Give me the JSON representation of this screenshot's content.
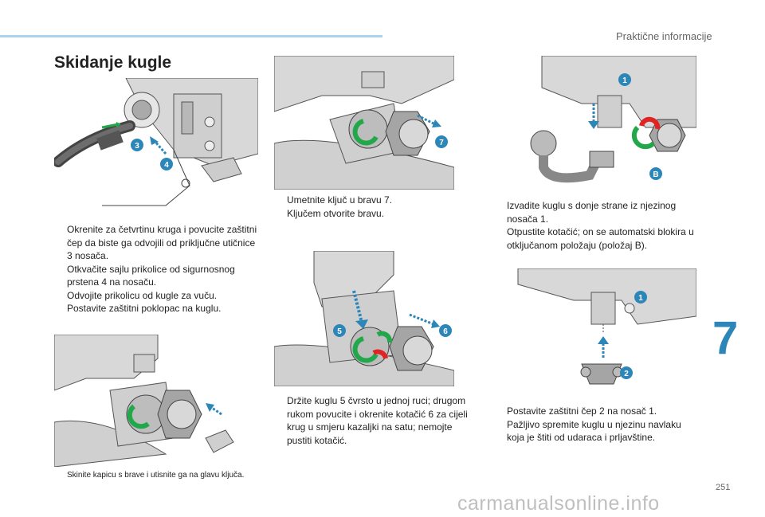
{
  "header": {
    "section_title": "Praktične informacije",
    "chapter_number": "7",
    "page_number": "251"
  },
  "watermark": "carmanualsonline.info",
  "title": "Skidanje kugle",
  "callouts": {
    "c1": "1",
    "c2": "2",
    "c3": "3",
    "c4": "4",
    "c5": "5",
    "c6": "6",
    "c7": "7",
    "cB": "B"
  },
  "columns": {
    "col1": {
      "steps_a": [
        "Okrenite za četvrtinu kruga i povucite zaštitni čep da biste ga odvojili od priključne utičnice 3 nosača.",
        "Otkvačite sajlu prikolice od sigurnosnog prstena 4 na nosaču.",
        "Odvojite prikolicu od kugle za vuču.",
        "Postavite zaštitni poklopac na kuglu."
      ],
      "steps_b": [
        "Skinite kapicu s brave i utisnite ga na glavu ključa."
      ]
    },
    "col2": {
      "steps_a": [
        "Umetnite ključ u bravu 7.",
        "Ključem otvorite bravu."
      ],
      "steps_b": [
        "Držite kuglu 5 čvrsto u jednoj ruci; drugom rukom povucite i okrenite kotačić 6 za cijeli krug u smjeru kazaljki na satu; nemojte pustiti kotačić."
      ]
    },
    "col3": {
      "steps_a": [
        "Izvadite kuglu s donje strane iz njezinog nosača 1.",
        "Otpustite kotačić; on se automatski blokira u otključanom položaju (položaj B)."
      ],
      "steps_b": [
        "Postavite zaštitni čep 2 na nosač 1.",
        "Pažljivo spremite kuglu u njezinu navlaku koja je štiti od udaraca i prljavštine."
      ]
    }
  },
  "bullet_glyph": "",
  "colors": {
    "accent_blue": "#2c86b8",
    "arrow_green": "#22a84a",
    "arrow_red": "#e02424",
    "light_blue_bar": "#a8d3ea"
  }
}
